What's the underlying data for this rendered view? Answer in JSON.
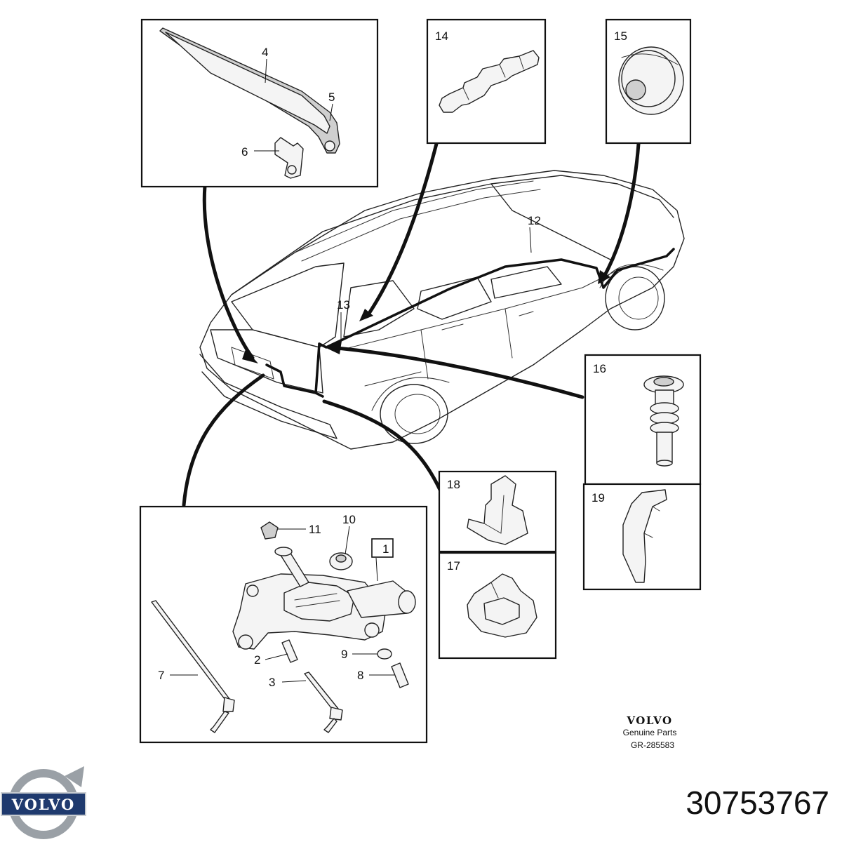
{
  "callouts": {
    "c1": "1",
    "c2": "2",
    "c3": "3",
    "c4": "4",
    "c5": "5",
    "c6": "6",
    "c7": "7",
    "c8": "8",
    "c9": "9",
    "c10": "10",
    "c11": "11",
    "c12": "12",
    "c13": "13",
    "c14": "14",
    "c15": "15",
    "c16": "16",
    "c17": "17",
    "c18": "18",
    "c19": "19"
  },
  "stamp": {
    "brand": "VOLVO",
    "line1": "Genuine Parts",
    "ref": "GR-285583"
  },
  "logo": {
    "word": "VOLVO"
  },
  "part_number": "30753767",
  "colors": {
    "logo_blue": "#1f3a6e",
    "logo_silver": "#9aa0a6",
    "ink": "#111111"
  }
}
